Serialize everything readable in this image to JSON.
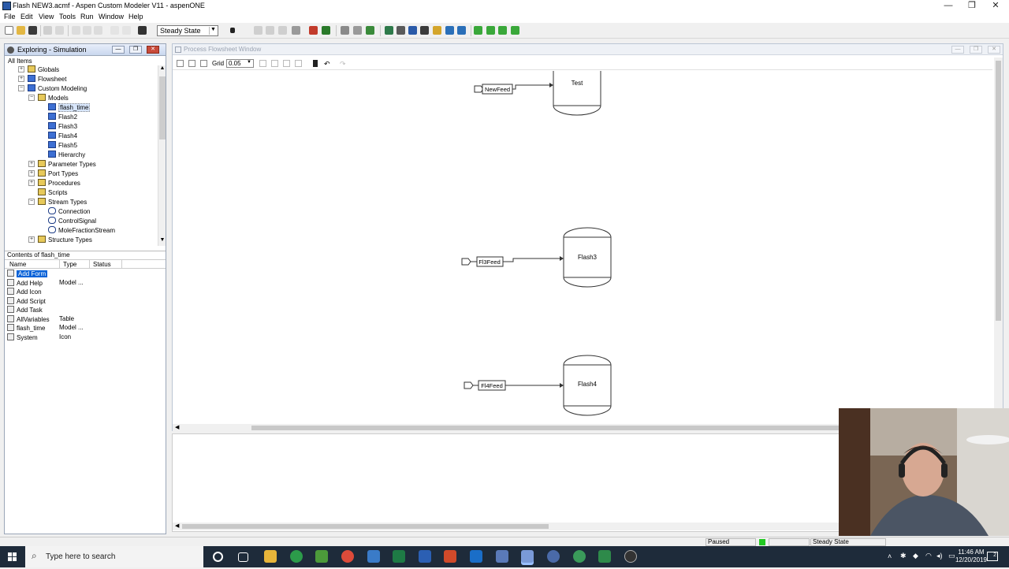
{
  "window": {
    "title": "Flash NEW3.acmf - Aspen Custom Modeler V11 - aspenONE",
    "min": "—",
    "max": "❐",
    "close": "✕"
  },
  "menu": [
    "File",
    "Edit",
    "View",
    "Tools",
    "Run",
    "Window",
    "Help"
  ],
  "toolbar": {
    "mode": "Steady State"
  },
  "explorer": {
    "title": "Exploring - Simulation",
    "all_items": "All Items",
    "tree": [
      {
        "label": "Globals",
        "depth": 2,
        "icon": "folder-icon",
        "expander": "+"
      },
      {
        "label": "Flowsheet",
        "depth": 2,
        "icon": "flowsheet-icon",
        "expander": "+"
      },
      {
        "label": "Custom Modeling",
        "depth": 2,
        "icon": "library-icon",
        "expander": "−"
      },
      {
        "label": "Models",
        "depth": 3,
        "icon": "folder-icon",
        "expander": "−"
      },
      {
        "label": "flash_time",
        "depth": 4,
        "icon": "model-icon",
        "selected": true
      },
      {
        "label": "Flash2",
        "depth": 4,
        "icon": "model-icon"
      },
      {
        "label": "Flash3",
        "depth": 4,
        "icon": "model-icon"
      },
      {
        "label": "Flash4",
        "depth": 4,
        "icon": "model-icon"
      },
      {
        "label": "Flash5",
        "depth": 4,
        "icon": "model-icon"
      },
      {
        "label": "Hierarchy",
        "depth": 4,
        "icon": "model-icon"
      },
      {
        "label": "Parameter Types",
        "depth": 3,
        "icon": "folder-icon",
        "expander": "+"
      },
      {
        "label": "Port Types",
        "depth": 3,
        "icon": "folder-icon",
        "expander": "+"
      },
      {
        "label": "Procedures",
        "depth": 3,
        "icon": "folder-icon",
        "expander": "+"
      },
      {
        "label": "Scripts",
        "depth": 3,
        "icon": "folder-icon"
      },
      {
        "label": "Stream Types",
        "depth": 3,
        "icon": "folder-icon",
        "expander": "−"
      },
      {
        "label": "Connection",
        "depth": 4,
        "icon": "stream-type-icon"
      },
      {
        "label": "ControlSignal",
        "depth": 4,
        "icon": "stream-type-icon"
      },
      {
        "label": "MoleFractionStream",
        "depth": 4,
        "icon": "stream-type-icon"
      },
      {
        "label": "Structure Types",
        "depth": 3,
        "icon": "folder-icon",
        "expander": "+"
      }
    ],
    "contents_label": "Contents of flash_time",
    "columns": [
      "Name",
      "Type",
      "Status"
    ],
    "contents": [
      {
        "name": "Add Form",
        "type": "",
        "selected": true
      },
      {
        "name": "Add Help",
        "type": "Model ..."
      },
      {
        "name": "Add Icon",
        "type": ""
      },
      {
        "name": "Add Script",
        "type": ""
      },
      {
        "name": "Add Task",
        "type": ""
      },
      {
        "name": "AllVariables",
        "type": "Table"
      },
      {
        "name": "flash_time",
        "type": "Model ..."
      },
      {
        "name": "System",
        "type": "Icon"
      }
    ]
  },
  "flowsheet": {
    "title": "Process Flowsheet Window",
    "grid_label": "Grid",
    "grid_value": "0.05",
    "blocks": [
      {
        "name": "Test",
        "feed": "NewFeed"
      },
      {
        "name": "Flash3",
        "feed": "Fl3Feed"
      },
      {
        "name": "Flash4",
        "feed": "Fl4Feed"
      }
    ]
  },
  "statusbar": {
    "run_state": "Paused",
    "mode": "Steady State"
  },
  "taskbar": {
    "search_placeholder": "Type here to search",
    "time": "11:46 AM",
    "date": "12/20/2019",
    "notification_count": "2"
  },
  "colors": {
    "taskbar": "#1e2b3a",
    "selection": "#0a63d8",
    "run_led": "#22c822"
  }
}
